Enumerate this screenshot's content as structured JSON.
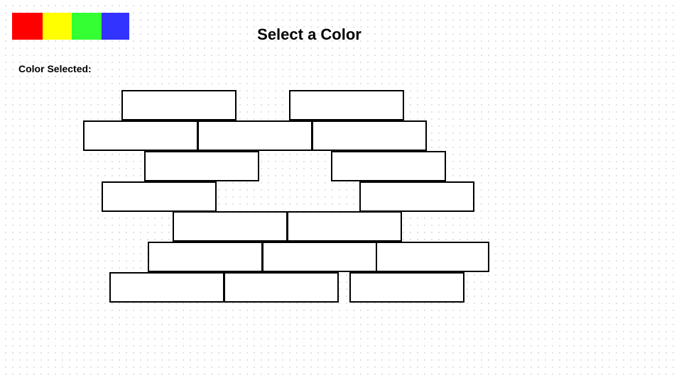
{
  "palette": {
    "swatches": [
      {
        "name": "red",
        "color": "#ff0000"
      },
      {
        "name": "yellow",
        "color": "#ffff00"
      },
      {
        "name": "green",
        "color": "#33ff33"
      },
      {
        "name": "blue",
        "color": "#3333ff"
      }
    ]
  },
  "header": {
    "title": "Select a Color"
  },
  "status": {
    "label": "Color Selected:",
    "value": ""
  },
  "wall": {
    "brick_fill": "#ffffff",
    "brick_border": "#000000"
  }
}
